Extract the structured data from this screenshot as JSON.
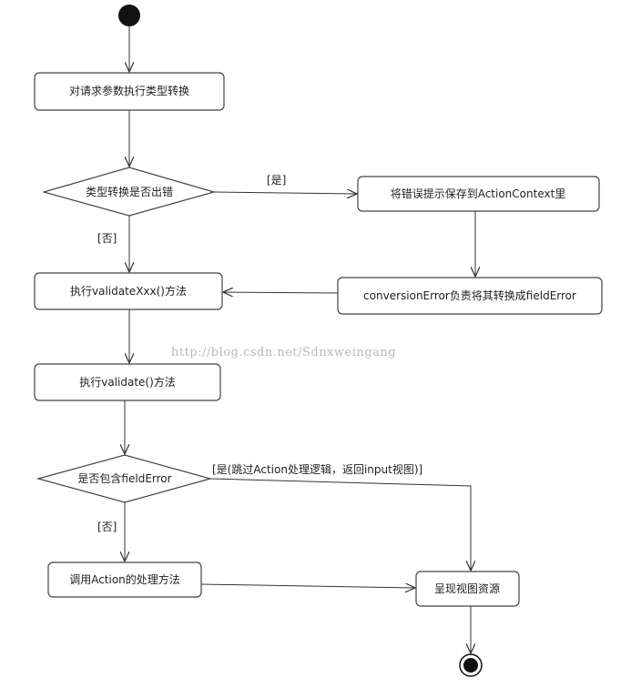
{
  "nodes": {
    "action1": "对请求参数执行类型转换",
    "decision1": "类型转换是否出错",
    "save_error": "将错误提示保存到ActionContext里",
    "convert": "conversionError负责将其转换成fieldError",
    "validate_xxx": "执行validateXxx()方法",
    "validate": "执行validate()方法",
    "decision2": "是否包含fieldError",
    "call_action": "调用Action的处理方法",
    "render_view": "呈现视图资源"
  },
  "guards": {
    "yes1": "[是]",
    "no1": "[否]",
    "yes2": "[是(跳过Action处理逻辑，返回input视图)]",
    "no2": "[否]"
  },
  "watermark": "http://blog.csdn.net/Sdnxweingang"
}
